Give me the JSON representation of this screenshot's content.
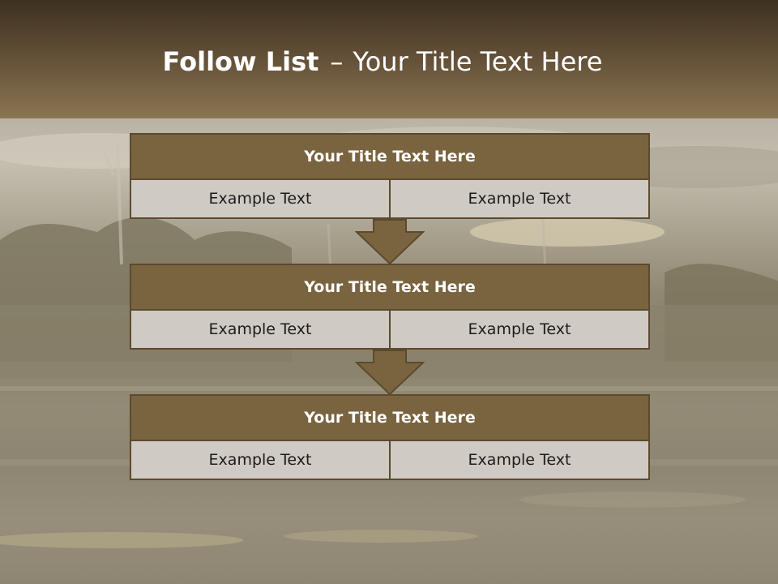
{
  "header": {
    "title_bold": "Follow List",
    "title_separator": "–",
    "title_rest": "Your Title Text Here"
  },
  "colors": {
    "header_dark": "#3d3121",
    "header_light": "#8a7552",
    "box_title_fill": "#7a6440",
    "box_border": "#5c4a2e",
    "cell_fill": "#cfcac3",
    "arrow_fill": "#7a6440"
  },
  "blocks": [
    {
      "title": "Your Title Text Here",
      "left": "Example Text",
      "right": "Example Text"
    },
    {
      "title": "Your Title Text Here",
      "left": "Example Text",
      "right": "Example Text"
    },
    {
      "title": "Your Title Text Here",
      "left": "Example Text",
      "right": "Example Text"
    }
  ],
  "arrows": [
    "down-arrow-icon",
    "down-arrow-icon"
  ]
}
